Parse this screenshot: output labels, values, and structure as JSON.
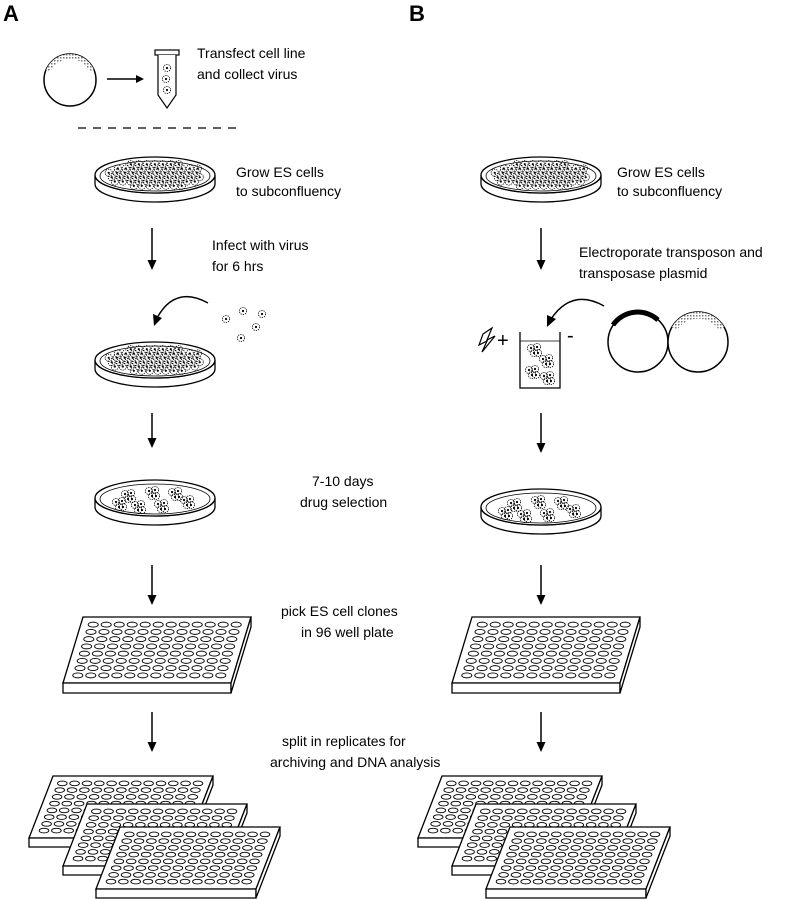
{
  "panels": [
    {
      "id": "A",
      "label": "A"
    },
    {
      "id": "B",
      "label": "B"
    }
  ],
  "texts": {
    "transfect_1": "Transfect cell line",
    "transfect_2": "and collect virus",
    "grow_a_1": "Grow ES cells",
    "grow_a_2": "to subconfluency",
    "infect_1": "Infect with virus",
    "infect_2": "for 6 hrs",
    "selection_1": "7-10 days",
    "selection_2": "drug selection",
    "pick_1": "pick ES cell clones",
    "pick_2": "in 96 well plate",
    "split_1": "split in replicates for",
    "split_2": "archiving and DNA analysis",
    "grow_b_1": "Grow ES cells",
    "grow_b_2": "to subconfluency",
    "electro_1": "Electroporate transposon and",
    "electro_2": "transposase plasmid",
    "plus": "+",
    "minus": "-"
  },
  "icons": [
    "plasmid-icon",
    "tube-icon",
    "petri-dish-icon",
    "virus-particle-icon",
    "lightning-icon",
    "cuvette-icon",
    "well-plate-icon",
    "arrow-down-icon"
  ]
}
